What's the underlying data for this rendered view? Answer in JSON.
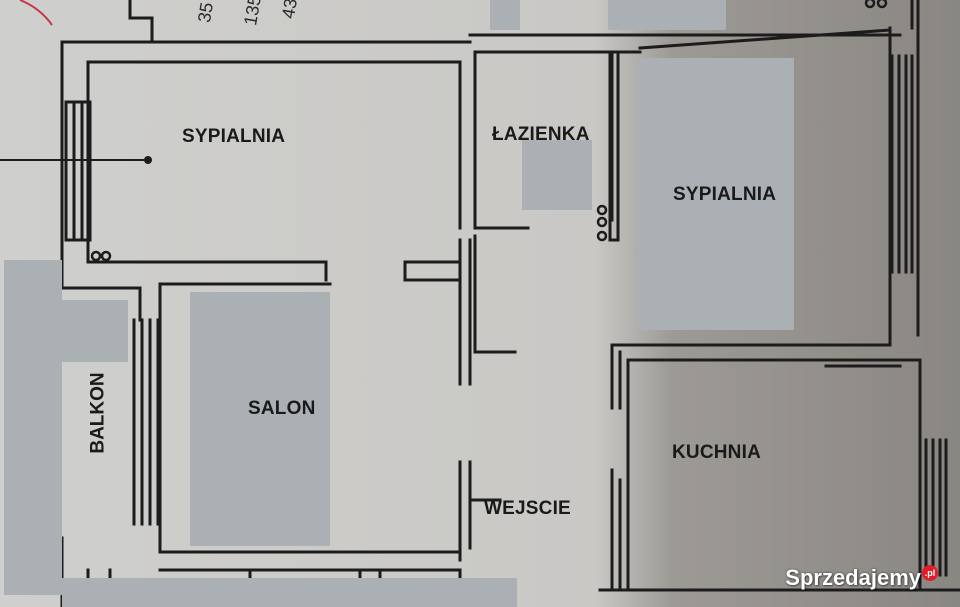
{
  "rooms": {
    "bedroom_left": "SYPIALNIA",
    "bathroom": "ŁAZIENKA",
    "bedroom_right": "SYPIALNIA",
    "living_room": "SALON",
    "balcony": "BALKON",
    "kitchen": "KUCHNIA",
    "entrance": "WEJSCIE"
  },
  "dimensions": [
    "35",
    "135",
    "43"
  ],
  "watermark": {
    "brand": "Sprzedajemy",
    "tld": ".pl"
  },
  "colors": {
    "paper": "#cfcfcd",
    "shadow": "#8c8984",
    "wall": "#1c1c1c",
    "redaction": "#aab0b3"
  }
}
